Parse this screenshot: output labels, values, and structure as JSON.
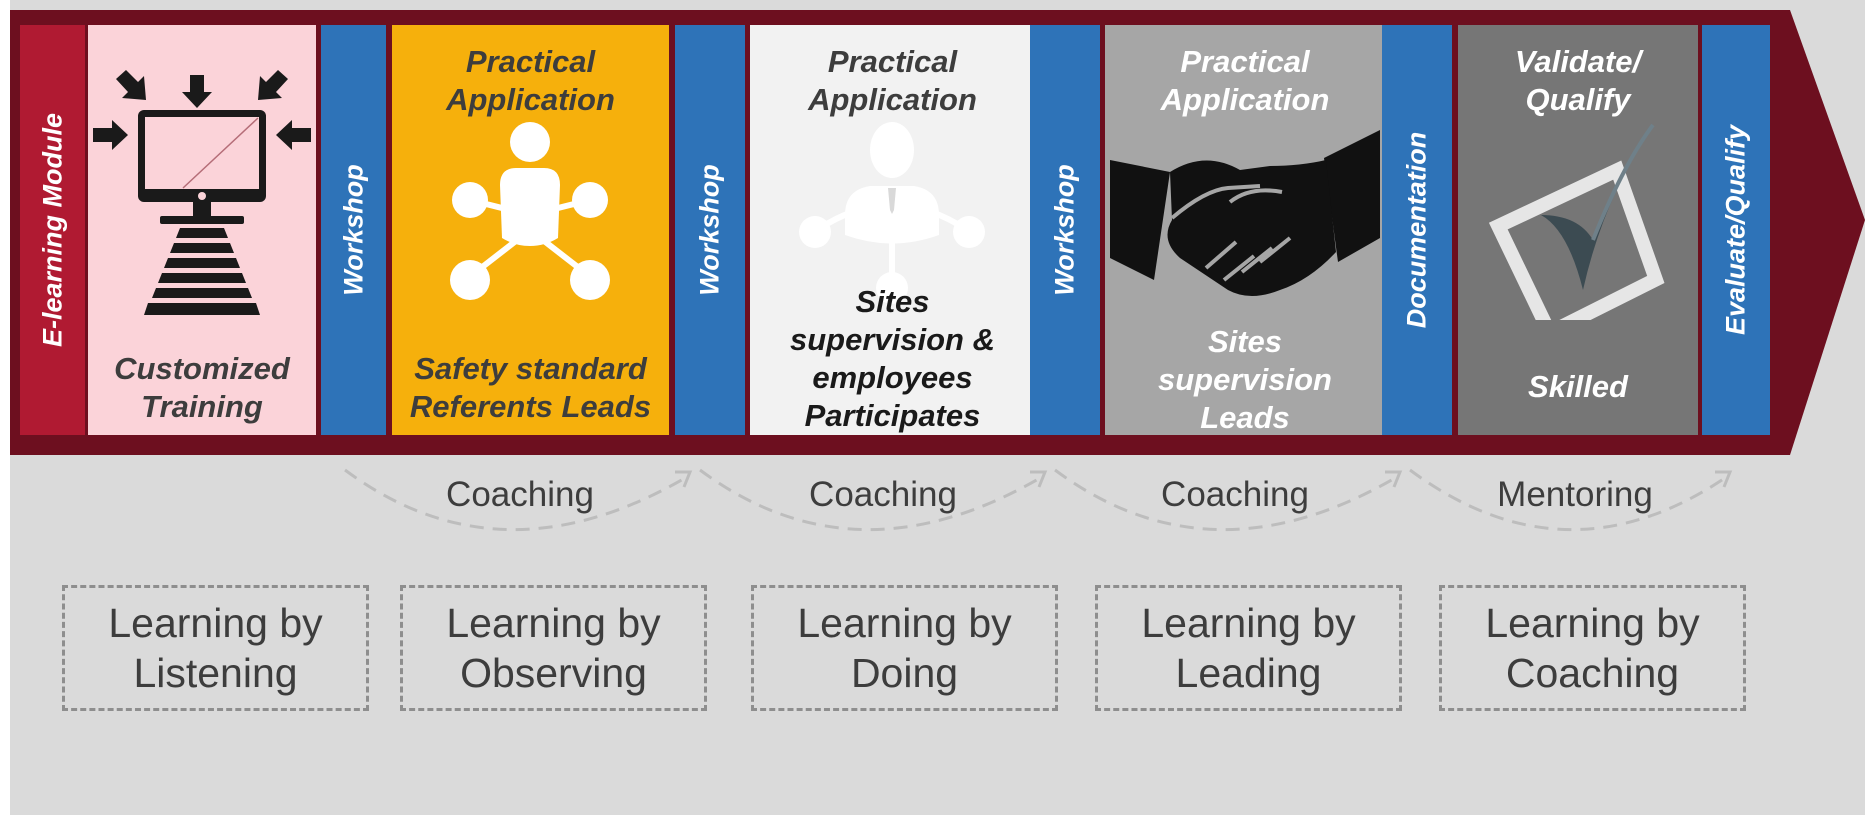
{
  "colors": {
    "background": "#dadada",
    "band": "#6d0f1f",
    "elearning_red": "#b01a32",
    "pink": "#fbd3d9",
    "blue": "#2e73b8",
    "gold": "#f6b00c",
    "light": "#f2f2f2",
    "midgray": "#a6a6a6",
    "darkgray": "#767676",
    "dashed": "#bdbdbd"
  },
  "stages": {
    "elearning": {
      "label": "E-learning Module"
    },
    "customized": {
      "line1": "Customized",
      "line2": "Training",
      "icon": "computer-arrows-icon"
    },
    "workshop1": {
      "label": "Workshop"
    },
    "gold_panel": {
      "heading1": "Practical",
      "heading2": "Application",
      "line1": "Safety standard",
      "line2": "Referents Leads",
      "icon": "network-person-icon"
    },
    "workshop2": {
      "label": "Workshop"
    },
    "white_panel": {
      "heading1": "Practical",
      "heading2": "Application",
      "line1": "Sites",
      "line2": "supervision &",
      "line3": "employees",
      "line4": "Participates",
      "icon": "businessman-network-icon"
    },
    "workshop3": {
      "label": "Workshop"
    },
    "gray_panel": {
      "heading1": "Practical",
      "heading2": "Application",
      "line1": "Sites",
      "line2": "supervision",
      "line3": "Leads",
      "icon": "handshake-icon"
    },
    "documentation": {
      "label": "Documentation"
    },
    "dark_panel": {
      "heading1": "Validate/",
      "heading2": "Qualify",
      "line1": "Skilled",
      "icon": "checkmark-icon"
    },
    "evaluate": {
      "label": "Evaluate/Qualify"
    }
  },
  "transitions": [
    "Coaching",
    "Coaching",
    "Coaching",
    "Mentoring"
  ],
  "learning": [
    {
      "line1": "Learning by",
      "line2": "Listening"
    },
    {
      "line1": "Learning by",
      "line2": "Observing"
    },
    {
      "line1": "Learning by",
      "line2": "Doing"
    },
    {
      "line1": "Learning by",
      "line2": "Leading"
    },
    {
      "line1": "Learning by",
      "line2": "Coaching"
    }
  ]
}
